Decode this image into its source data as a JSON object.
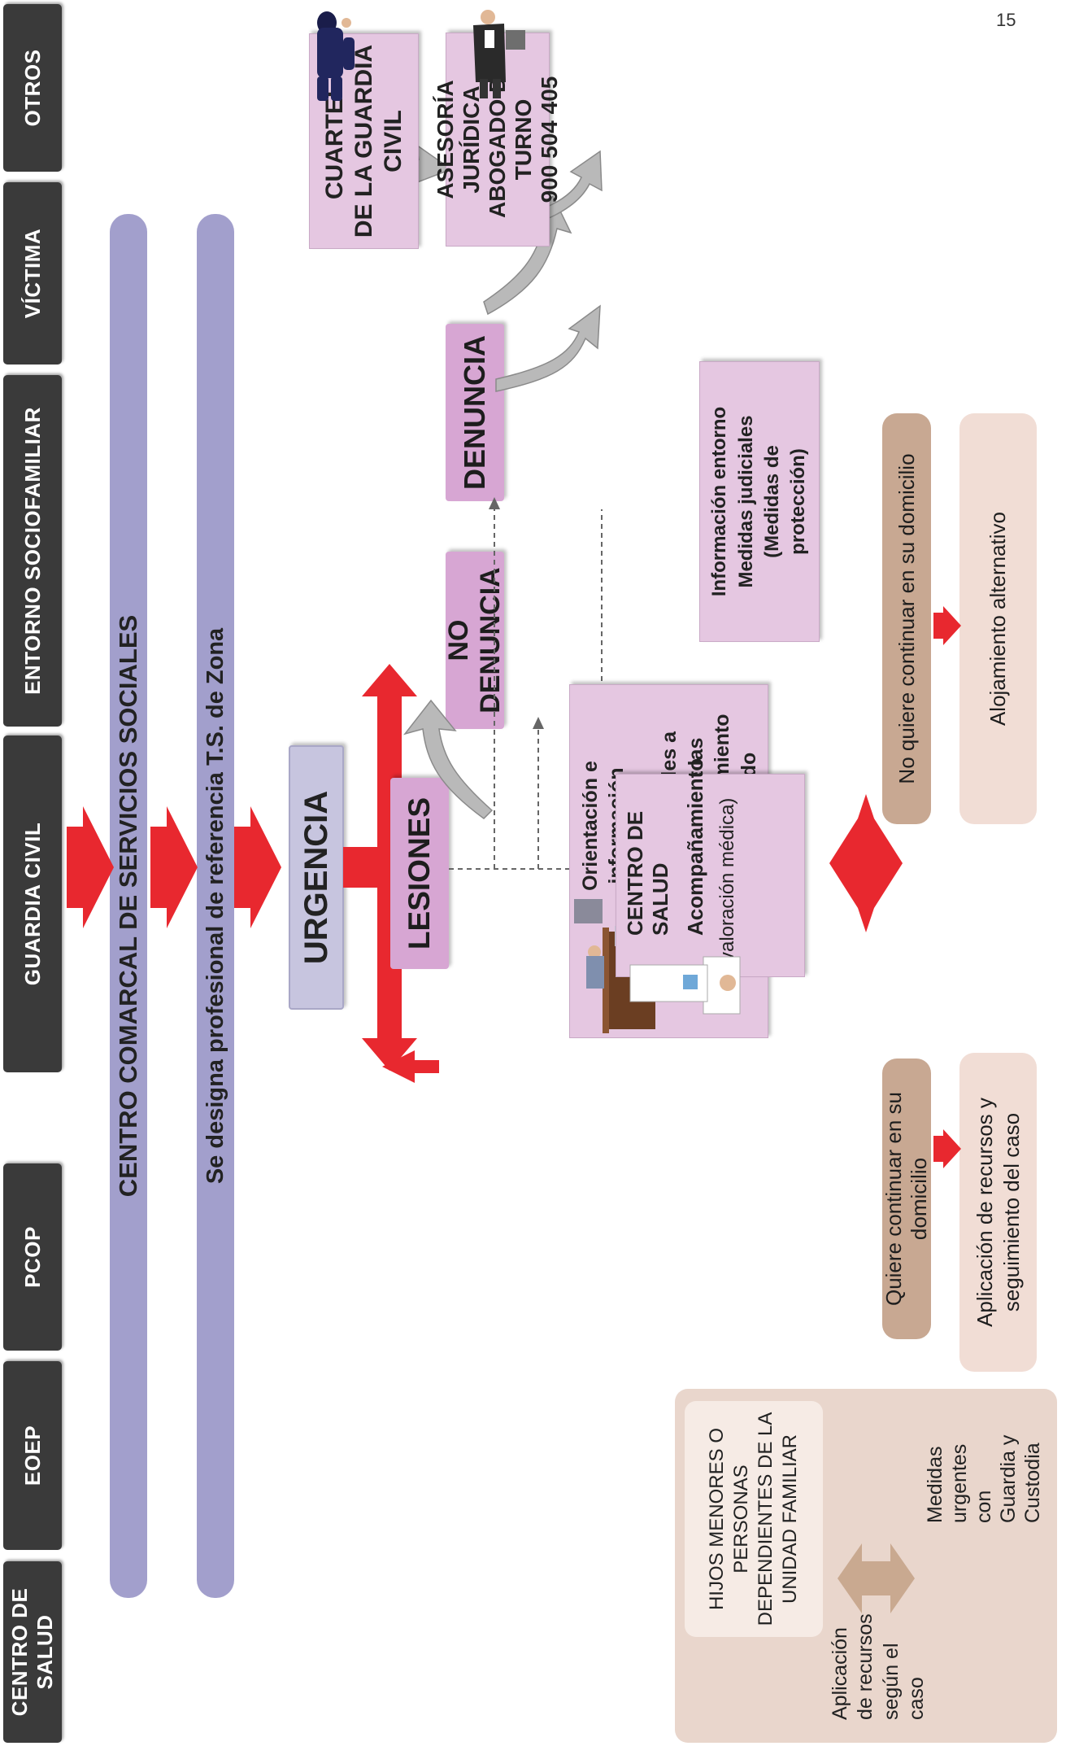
{
  "page_number": "15",
  "tabs": [
    "CENTRO DE SALUD",
    "EOEP",
    "PCOP",
    "GUARDIA CIVIL",
    "ENTORNO SOCIOFAMILIAR",
    "VÍCTIMA",
    "OTROS"
  ],
  "bar_centro_comarcal": "CENTRO COMARCAL DE SERVICIOS SOCIALES",
  "bar_designa": "Se designa profesional de referencia T.S. de Zona",
  "urgencia": "URGENCIA",
  "lesiones": "LESIONES",
  "no_denuncia": "NO DENUNCIA",
  "denuncia": "DENUNCIA",
  "cuartel": "CUARTEL\nDE LA GUARDIA\nCIVIL",
  "asesoria": "ASESORÍA JURÍDICA\nABOGADO DE\nTURNO\n900 504 405",
  "informacion_entorno": "Información entorno\nMedidas judiciales\n(Medidas de\nprotección)",
  "orientacion": "Orientación e\ninformación\nsobre los\nrecursos sociales a\ndisposición de las\nvíctimas y seguimiento\nindividualizado",
  "centro_salud": {
    "title": "CENTRO DE SALUD",
    "line2": "Acompañamiento",
    "line3": "(valoración médica)"
  },
  "hijos": {
    "title": "HIJOS MENORES O\nPERSONAS\nDEPENDIENTES DE LA\nUNIDAD FAMILIAR",
    "left": "Aplicación\nde recursos\nsegún el\ncaso",
    "right": "Medidas\nurgentes\ncon\nGuardia y\nCustodia"
  },
  "quiere_continuar": "Quiere continuar en su domicilio",
  "aplicacion_recursos": "Aplicación de recursos y\nseguimiento del caso",
  "no_quiere_continuar": "No quiere continuar en su domicilio",
  "alojamiento": "Alojamiento alternativo",
  "colors": {
    "red": "#e8282f",
    "grey_arrow": "#b9b9b9",
    "tab": "#3a3a3a",
    "bar": "#a29fcc"
  }
}
